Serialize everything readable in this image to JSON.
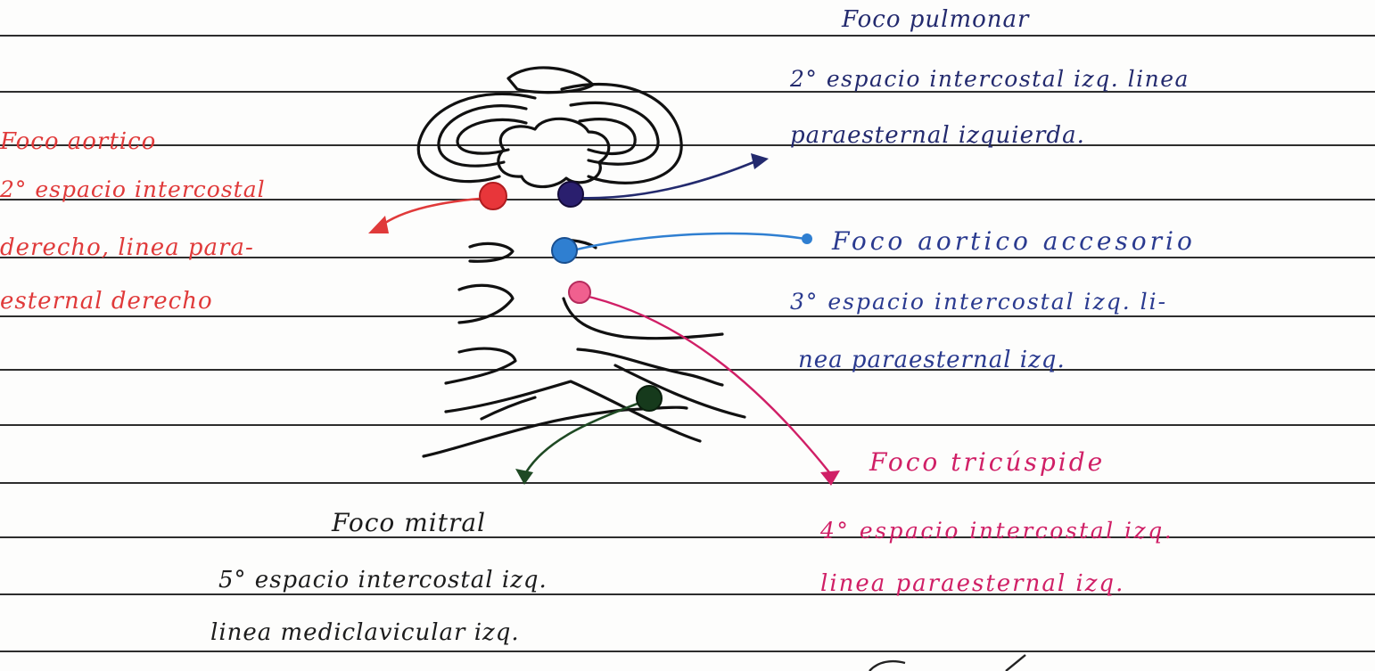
{
  "colors": {
    "aortic": "#e03a3a",
    "pulmonar": "#232a6e",
    "accesorio": "#2f7fd1",
    "tricuspide": "#d01f66",
    "mitral": "#1f4a24",
    "ink": "#1c1c1c"
  },
  "foco_aortico": {
    "title": "Foco aortico",
    "lines": [
      "2° espacio intercostal",
      "derecho, linea para-",
      "esternal derecho"
    ]
  },
  "foco_pulmonar": {
    "title": "Foco pulmonar",
    "lines": [
      "2° espacio intercostal izq. linea",
      "paraesternal izquierda."
    ]
  },
  "foco_aortico_accesorio": {
    "title": "Foco aortico accesorio",
    "lines": [
      "3° espacio intercostal izq. li-",
      "nea paraesternal izq."
    ]
  },
  "foco_tricuspide": {
    "title": "Foco tricúspide",
    "lines": [
      "4° espacio intercostal izq.",
      "linea paraesternal izq."
    ]
  },
  "foco_mitral": {
    "title": "Foco mitral",
    "lines": [
      "5° espacio intercostal izq.",
      "linea mediclavicular izq."
    ]
  }
}
